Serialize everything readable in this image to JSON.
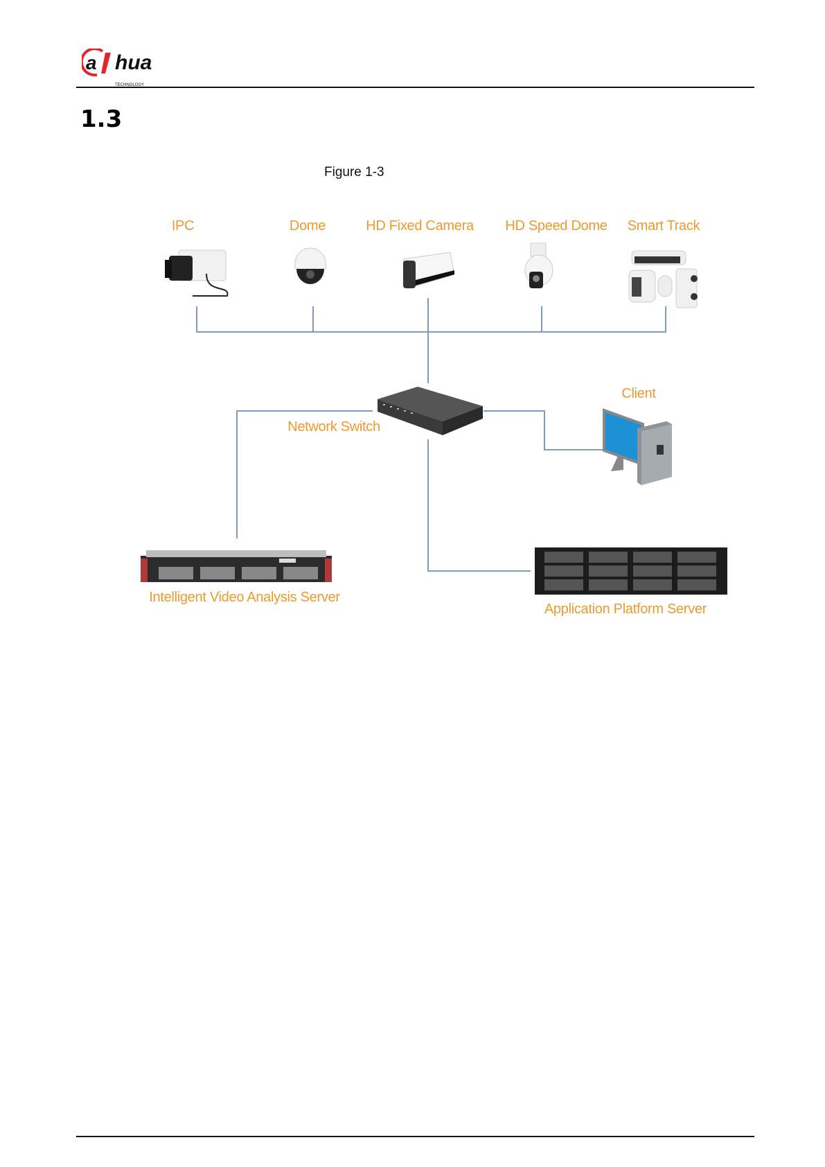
{
  "header": {
    "logo_text": "alhua",
    "logo_subtext": "TECHNOLOGY"
  },
  "section": {
    "number": "1.3"
  },
  "figure": {
    "caption": "Figure 1-3",
    "label_color": "#eb9a2e",
    "line_color": "#7f9bbd",
    "devices": [
      {
        "label": "IPC",
        "icon": "box-camera-icon"
      },
      {
        "label": "Dome",
        "icon": "dome-camera-icon"
      },
      {
        "label": "HD Fixed Camera",
        "icon": "bullet-camera-icon"
      },
      {
        "label": "HD Speed Dome",
        "icon": "speed-dome-icon"
      },
      {
        "label": "Smart Track",
        "icon": "smart-track-camera-icon"
      }
    ],
    "switch": {
      "label": "Network Switch",
      "icon": "network-switch-icon"
    },
    "client": {
      "label": "Client",
      "icon": "computer-icon"
    },
    "iva_server": {
      "label": "Intelligent Video Analysis Server",
      "icon": "rack-server-icon"
    },
    "app_server": {
      "label": "Application Platform Server",
      "icon": "storage-server-icon"
    }
  }
}
